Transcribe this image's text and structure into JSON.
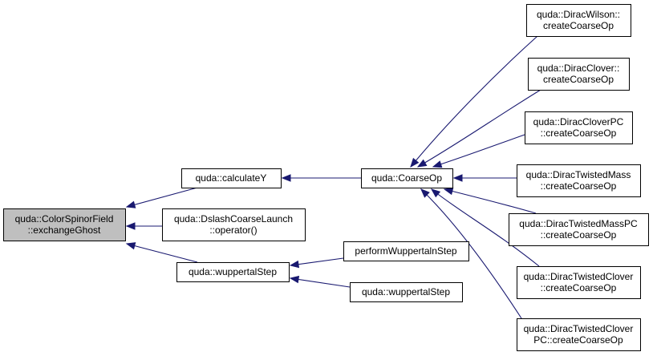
{
  "nodes": [
    {
      "id": "root",
      "lines": [
        "quda::ColorSpinorField",
        "::exchangeGhost"
      ]
    },
    {
      "id": "calculateY",
      "lines": [
        "quda::calculateY"
      ]
    },
    {
      "id": "dslashOp",
      "lines": [
        "quda::DslashCoarseLaunch",
        "::operator()"
      ]
    },
    {
      "id": "wuppertalStep",
      "lines": [
        "quda::wuppertalStep"
      ]
    },
    {
      "id": "coarseOp",
      "lines": [
        "quda::CoarseOp"
      ]
    },
    {
      "id": "performWuppertal",
      "lines": [
        "performWuppertalnStep"
      ]
    },
    {
      "id": "wuppertalStep2",
      "lines": [
        "quda::wuppertalStep"
      ]
    },
    {
      "id": "wilson",
      "lines": [
        "quda::DiracWilson::",
        "createCoarseOp"
      ]
    },
    {
      "id": "clover",
      "lines": [
        "quda::DiracClover::",
        "createCoarseOp"
      ]
    },
    {
      "id": "cloverPC",
      "lines": [
        "quda::DiracCloverPC",
        "::createCoarseOp"
      ]
    },
    {
      "id": "twistedMass",
      "lines": [
        "quda::DiracTwistedMass",
        "::createCoarseOp"
      ]
    },
    {
      "id": "twistedMassPC",
      "lines": [
        "quda::DiracTwistedMassPC",
        "::createCoarseOp"
      ]
    },
    {
      "id": "twistedClover",
      "lines": [
        "quda::DiracTwistedClover",
        "::createCoarseOp"
      ]
    },
    {
      "id": "twistedCloverPC",
      "lines": [
        "quda::DiracTwistedClover",
        "PC::createCoarseOp"
      ]
    }
  ],
  "edges": [
    {
      "from": "calculateY",
      "to": "root"
    },
    {
      "from": "dslashOp",
      "to": "root"
    },
    {
      "from": "wuppertalStep",
      "to": "root"
    },
    {
      "from": "coarseOp",
      "to": "calculateY"
    },
    {
      "from": "performWuppertal",
      "to": "wuppertalStep"
    },
    {
      "from": "wuppertalStep2",
      "to": "wuppertalStep"
    },
    {
      "from": "wilson",
      "to": "coarseOp"
    },
    {
      "from": "clover",
      "to": "coarseOp"
    },
    {
      "from": "cloverPC",
      "to": "coarseOp"
    },
    {
      "from": "twistedMass",
      "to": "coarseOp"
    },
    {
      "from": "twistedMassPC",
      "to": "coarseOp"
    },
    {
      "from": "twistedClover",
      "to": "coarseOp"
    },
    {
      "from": "twistedCloverPC",
      "to": "coarseOp"
    }
  ],
  "colors": {
    "edge": "#191970",
    "root_fill": "#bfbfbf",
    "node_fill": "#ffffff",
    "border": "#000000"
  }
}
